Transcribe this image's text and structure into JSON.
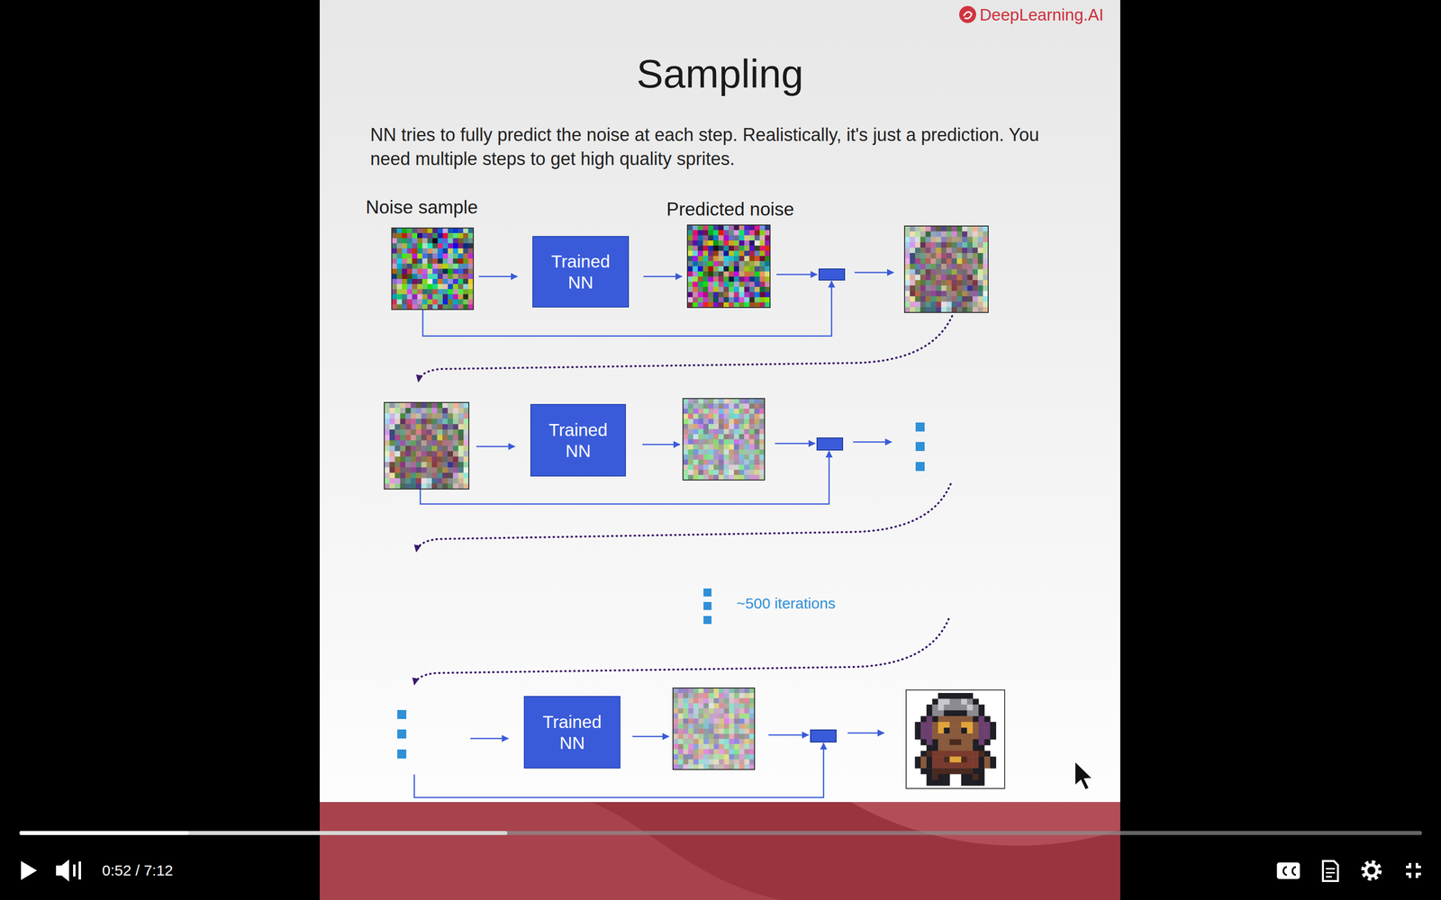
{
  "diagram": {
    "title": "Sampling",
    "nodes": [
      {
        "text": [
          "Trained NN"
        ]
      },
      {
        "text": [
          "Trained NN"
        ]
      },
      {
        "text": [
          "Trained NN"
        ]
      }
    ],
    "labels": [
      "DeepLearning.AI",
      "NN tries to fully predict the noise at each step. Realistically, it's just a prediction. You need multiple steps to get high quality sprites.",
      "Noise sample",
      "Predicted noise",
      "~500 iterations",
      "0:52 / 7:12"
    ]
  }
}
